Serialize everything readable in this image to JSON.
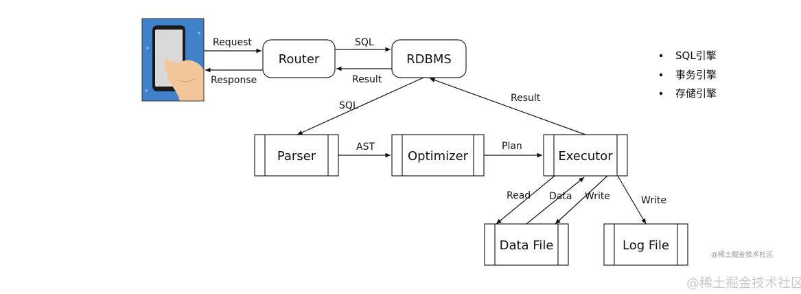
{
  "nodes": {
    "router": "Router",
    "rdbms": "RDBMS",
    "parser": "Parser",
    "optimizer": "Optimizer",
    "executor": "Executor",
    "data_file": "Data File",
    "log_file": "Log File"
  },
  "edges": {
    "request": "Request",
    "response": "Response",
    "sql_router_rdbms": "SQL",
    "result_rdbms_router": "Result",
    "sql_rdbms_parser": "SQL",
    "result_executor_rdbms": "Result",
    "ast": "AST",
    "plan": "Plan",
    "read": "Read",
    "data": "Data",
    "write_data_file": "Write",
    "write_log_file": "Write"
  },
  "bullets": [
    "SQL引擎",
    "事务引擎",
    "存储引擎"
  ],
  "watermark": {
    "small": "@稀土掘金技术社区",
    "large": "@稀土掘金技术社区"
  }
}
